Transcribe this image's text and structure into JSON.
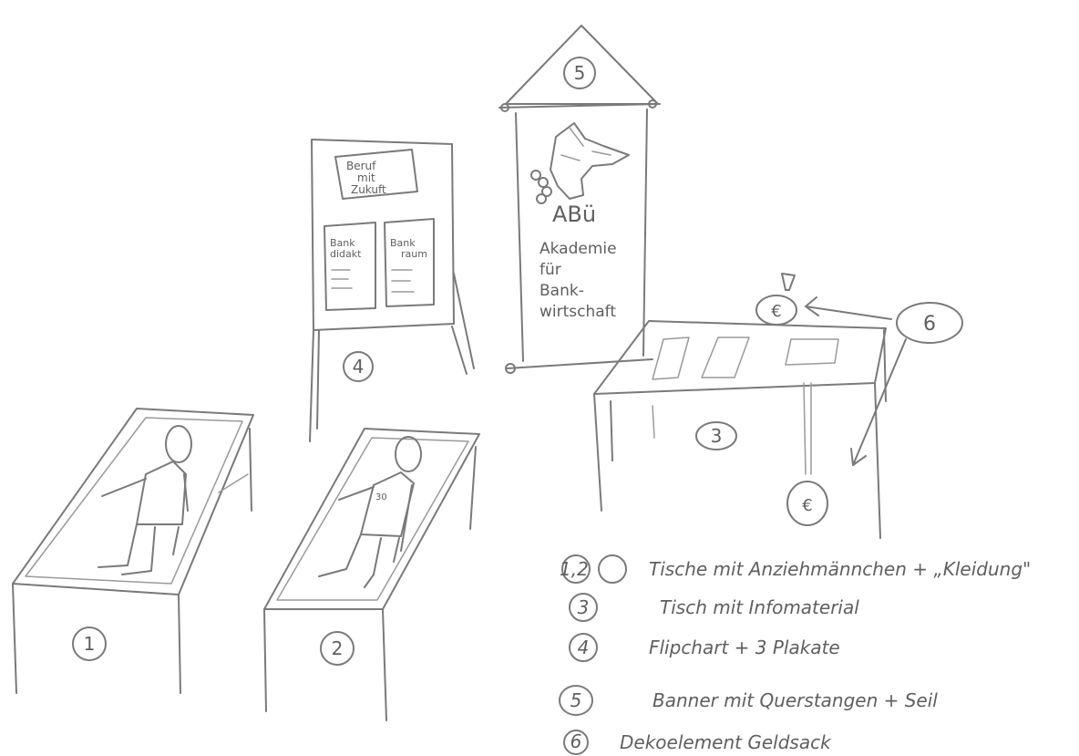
{
  "labels": {
    "table1": "1",
    "table2": "2",
    "table3": "3",
    "flipchart": "4",
    "banner": "5",
    "deco": "6"
  },
  "flipchart": {
    "poster_title": [
      "Beruf",
      "mit",
      "Zukuft"
    ],
    "poster_left": [
      "Bank",
      "didakt"
    ],
    "poster_right": [
      "Bank",
      "raum"
    ]
  },
  "banner": {
    "logo": "ABü",
    "text_lines": [
      "Akademie",
      "für",
      "Bank-",
      "wirtschaft"
    ]
  },
  "moneybag_symbol": "€",
  "shirt_number": "30",
  "legend": [
    {
      "marker": "1,2",
      "text": "Tische mit Anziehmännchen + „Kleidung\""
    },
    {
      "marker": "3",
      "text": "Tisch mit Infomaterial"
    },
    {
      "marker": "4",
      "text": "Flipchart + 3 Plakate"
    },
    {
      "marker": "5",
      "text": "Banner mit Querstangen + Seil"
    },
    {
      "marker": "6",
      "text": "Dekoelement Geldsack"
    }
  ]
}
